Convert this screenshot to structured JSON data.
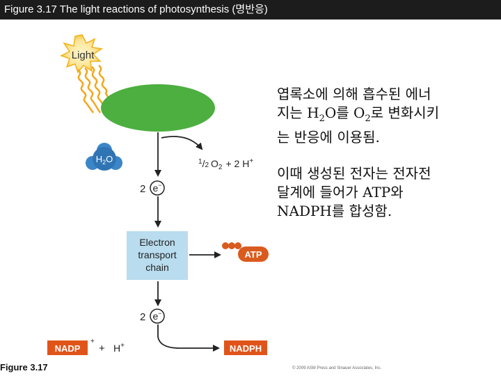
{
  "header": {
    "title": "Figure 3.17  The light reactions of photosynthesis (명반응)"
  },
  "diagram": {
    "light": "Light",
    "h2o": {
      "base": "H",
      "sub": "2",
      "tail": "O"
    },
    "byproduct": {
      "frac_num": "1",
      "frac_den": "2",
      "o2": "O",
      "o2_sub": "2",
      "plus": "+ 2 H",
      "sup": "+"
    },
    "electrons_top": {
      "count": "2",
      "symbol": "e",
      "sup": "−"
    },
    "etc": {
      "line1": "Electron",
      "line2": "transport",
      "line3": "chain"
    },
    "atp": "ATP",
    "electrons_bottom": {
      "count": "2",
      "symbol": "e",
      "sup": "−"
    },
    "nadp": {
      "label": "NADP",
      "sup": "+",
      "plus": "+",
      "h": "H",
      "h_sup": "+"
    },
    "nadph": "NADPH"
  },
  "explanation": {
    "para1": {
      "line1": "엽록소에 의해 흡수된 에너",
      "line2_a": "지는 H",
      "line2_sub1": "2",
      "line2_b": "O를 O",
      "line2_sub2": "2",
      "line2_c": "로 변화시키",
      "line3": "는 반응에 이용됨."
    },
    "para2": {
      "line1": "이때 생성된 전자는 전자전",
      "line2": "달계에 들어가 ATP와",
      "line3": "NADPH를 합성함."
    }
  },
  "footer": {
    "figure_label": "Figure 3.17",
    "copyright": "© 2009 ASM Press and Sinauer Associates, Inc."
  },
  "colors": {
    "chloroplast": "#4caf3f",
    "etc_box": "#b9dcee",
    "atp_fill": "#d95b1e",
    "nadp_fill": "#e0541a",
    "water_fill": "#3b86c8",
    "sun_fill": "#fbe59a"
  }
}
